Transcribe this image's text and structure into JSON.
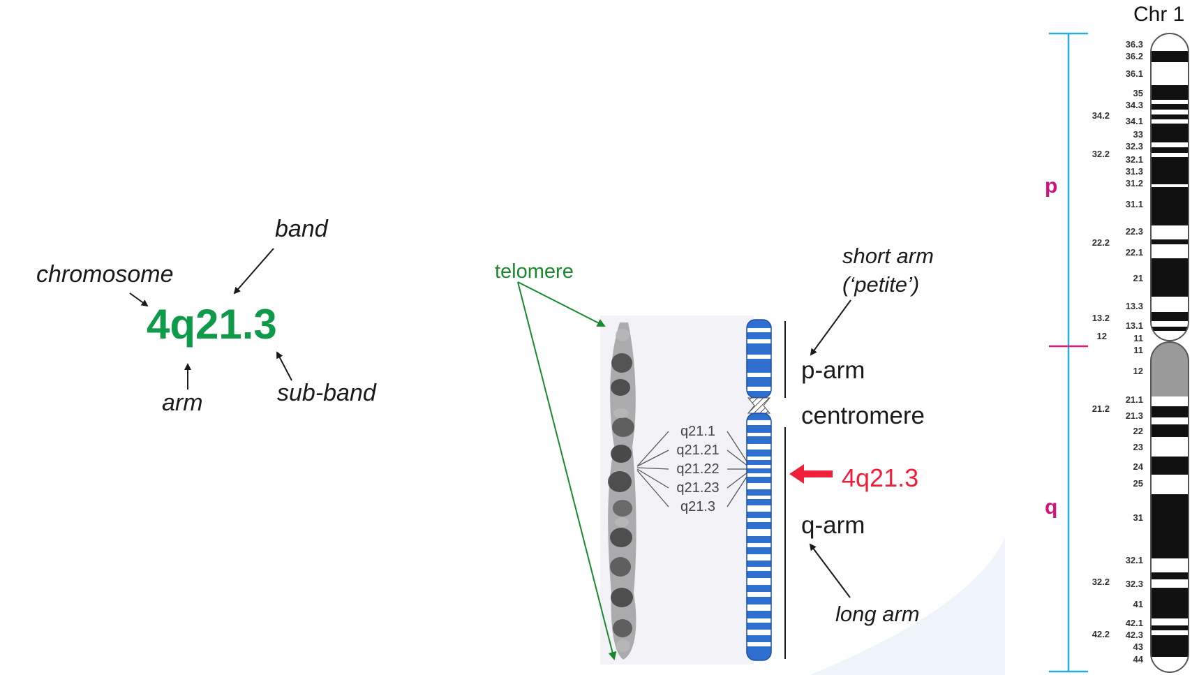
{
  "notation": {
    "code": "4q21.3",
    "labels": {
      "chromosome": "chromosome",
      "band": "band",
      "arm": "arm",
      "sub_band": "sub-band"
    }
  },
  "diagram": {
    "telomere": "telomere",
    "short_arm": "short arm",
    "petite": "(‘petite’)",
    "p_arm": "p-arm",
    "centromere": "centromere",
    "highlight": "4q21.3",
    "q_arm": "q-arm",
    "long_arm": "long arm",
    "subbands": [
      "q21.1",
      "q21.21",
      "q21.22",
      "q21.23",
      "q21.3"
    ]
  },
  "chr1": {
    "title": "Chr 1",
    "p_label": "p",
    "q_label": "q",
    "right_labels": [
      "36.3",
      "36.2",
      "36.1",
      "35",
      "34.3",
      "34.1",
      "33",
      "32.3",
      "32.1",
      "31.3",
      "31.2",
      "31.1",
      "22.3",
      "22.1",
      "21",
      "13.3",
      "13.1",
      "11",
      "11",
      "12",
      "21.1",
      "21.3",
      "22",
      "23",
      "24",
      "25",
      "31",
      "32.1",
      "32.3",
      "41",
      "42.1",
      "42.3",
      "43",
      "44"
    ],
    "left_labels": [
      "34.2",
      "32.2",
      "22.2",
      "13.2",
      "12",
      "21.2",
      "32.2",
      "42.2"
    ]
  },
  "colors": {
    "green_code": "#0e9a48",
    "telomere_green": "#188a2e",
    "highlight_red": "#ef1f3a",
    "ideogram_blue": "#2f6fd0",
    "axis_cyan": "#2aa8e0",
    "centromere_magenta": "#e0197a",
    "arm_letter": "#d2127a"
  }
}
